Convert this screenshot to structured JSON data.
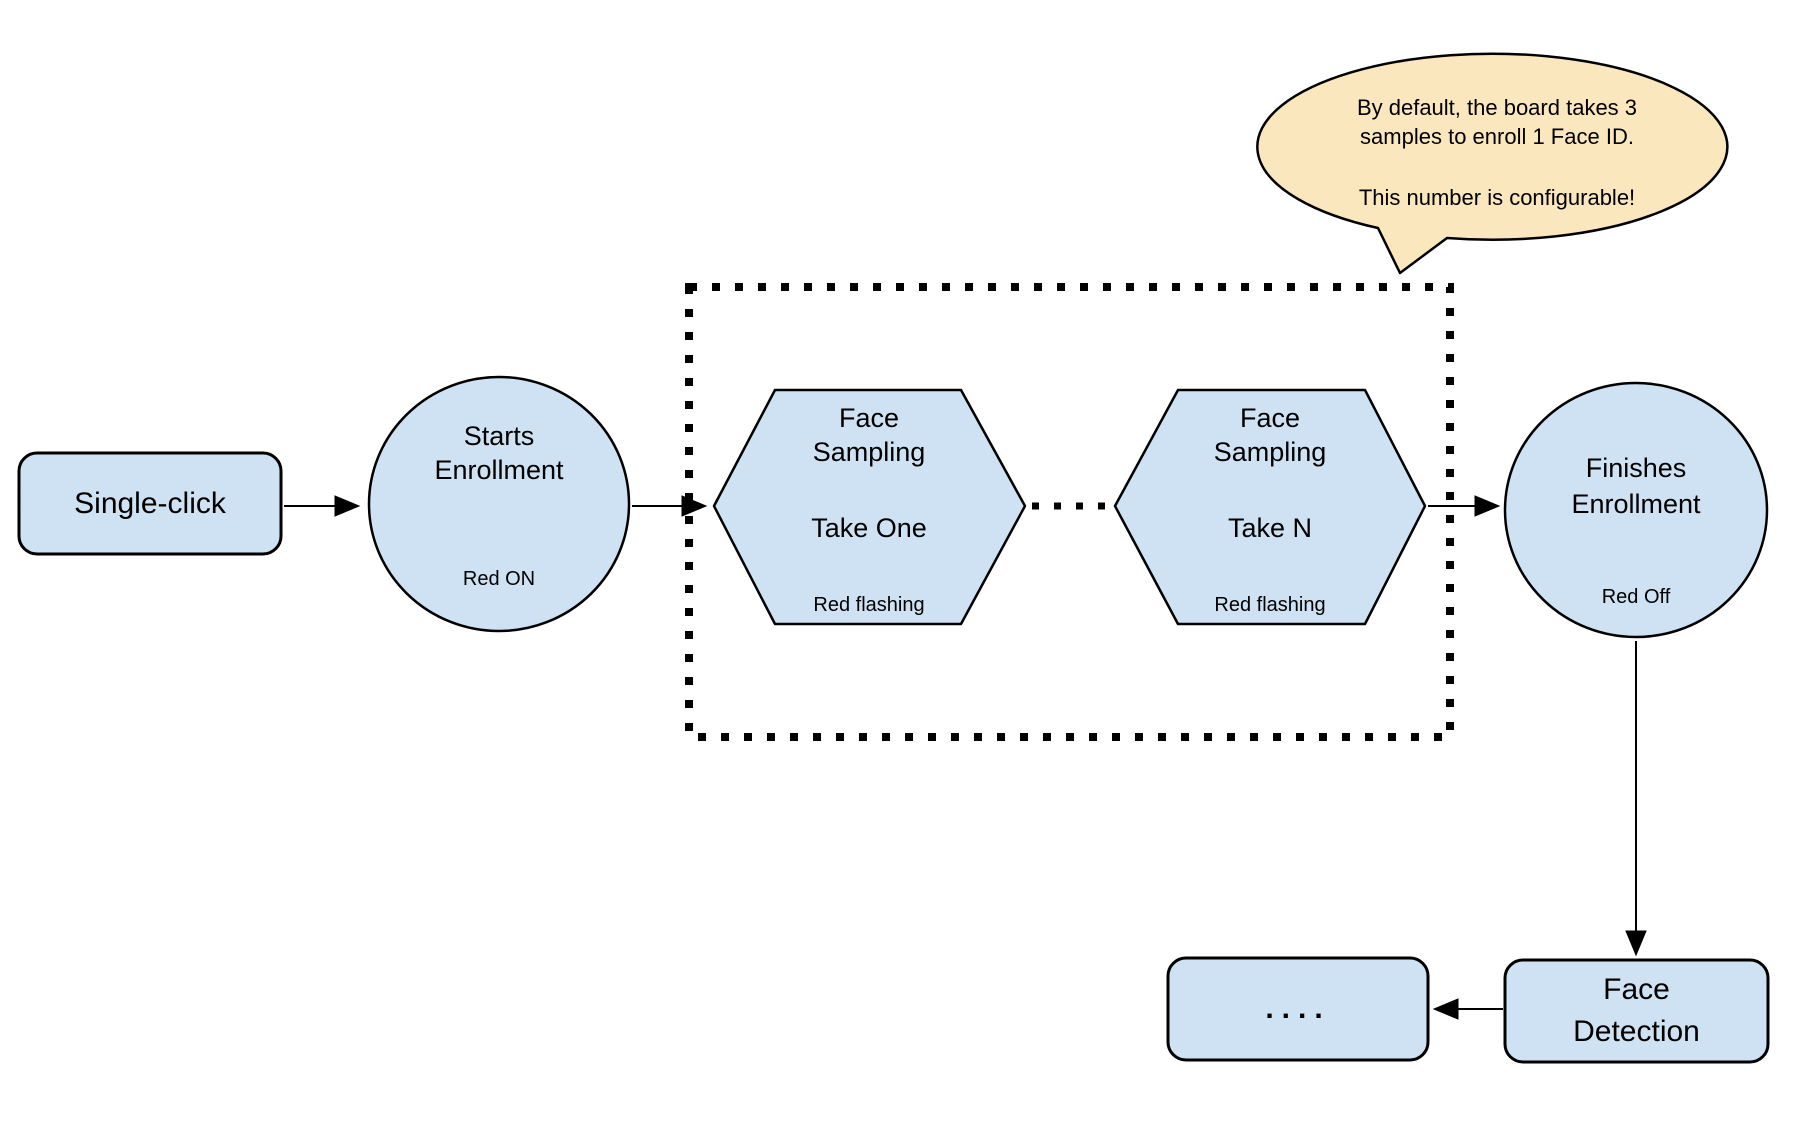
{
  "colors": {
    "shape_fill": "#cfe2f3",
    "shape_stroke": "#000000",
    "callout_fill": "#fbe7bd",
    "background": "#ffffff"
  },
  "flowchart": {
    "single_click": {
      "label": "Single-click"
    },
    "starts_enrollment": {
      "title": "Starts\nEnrollment",
      "status": "Red ON"
    },
    "face_sampling_1": {
      "title": "Face\nSampling",
      "step": "Take One",
      "status": "Red flashing"
    },
    "face_sampling_n": {
      "title": "Face\nSampling",
      "step": "Take N",
      "status": "Red flashing"
    },
    "finishes_enrollment": {
      "title": "Finishes\nEnrollment",
      "status": "Red Off"
    },
    "face_detection": {
      "label": "Face\nDetection"
    },
    "continuation": {
      "label": "...."
    }
  },
  "callout": {
    "text_main": "By default, the board takes 3\nsamples to enroll 1 Face ID.",
    "text_note": "This number is configurable!"
  }
}
